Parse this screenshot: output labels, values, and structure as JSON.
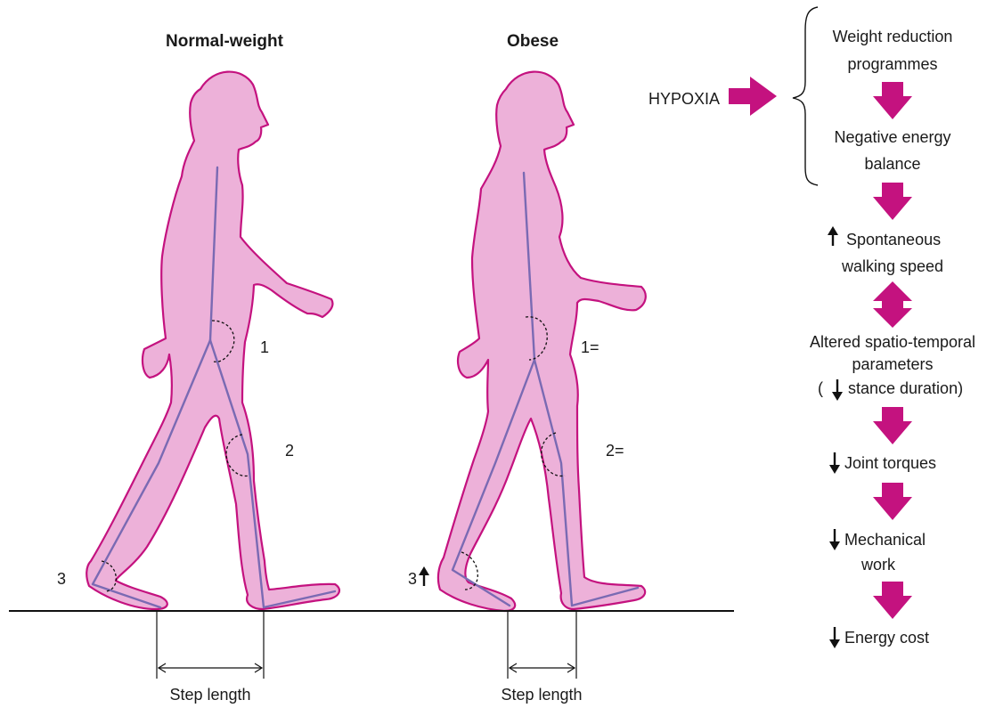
{
  "figure": {
    "normal_title": "Normal-weight",
    "obese_title": "Obese",
    "step_length_label": "Step length",
    "angle_labels_normal": [
      "1",
      "2",
      "3"
    ],
    "angle_labels_obese": [
      "1=",
      "2=",
      "3"
    ],
    "obese_angle3_indicator": "increase-arrow"
  },
  "flow": {
    "input_label": "HYPOXIA",
    "nodes": [
      {
        "lines": [
          "Weight reduction",
          "programmes"
        ],
        "indicator": null
      },
      {
        "lines": [
          "Negative energy",
          "balance"
        ],
        "indicator": null
      },
      {
        "lines": [
          "Spontaneous",
          "walking speed"
        ],
        "indicator": "up"
      },
      {
        "lines": [
          "Altered spatio-temporal",
          "parameters",
          "stance duration)"
        ],
        "prefix": "(",
        "indicator": "down"
      },
      {
        "lines": [
          "Joint torques"
        ],
        "indicator": "down"
      },
      {
        "lines": [
          "Mechanical",
          "work"
        ],
        "indicator": "down"
      },
      {
        "lines": [
          "Energy cost"
        ],
        "indicator": "down"
      }
    ],
    "arrow_color": "#c4127f",
    "silhouette_fill": "#edb1d9",
    "silhouette_stroke": "#c4127f",
    "skeleton_color": "#7a6ab3"
  }
}
